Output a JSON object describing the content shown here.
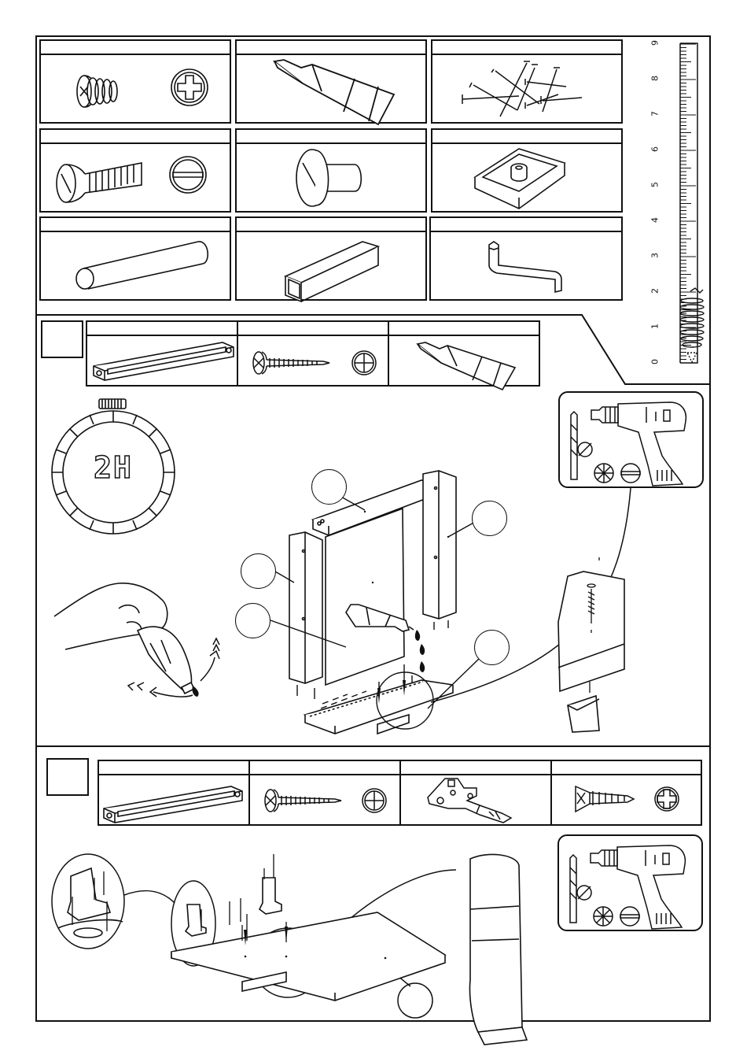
{
  "timer": {
    "label": "2H"
  },
  "ruler": {
    "ticks": [
      "0",
      "1",
      "2",
      "3",
      "4",
      "5",
      "6",
      "7",
      "8",
      "9"
    ]
  },
  "hardware": [
    {
      "name": "cam-screw"
    },
    {
      "name": "glue-tube"
    },
    {
      "name": "nails"
    },
    {
      "name": "bolt"
    },
    {
      "name": "cam-lock"
    },
    {
      "name": "cap-tray"
    },
    {
      "name": "dowel"
    },
    {
      "name": "square-tube"
    },
    {
      "name": "allen-key"
    }
  ],
  "step1": {
    "parts": [
      "handle-rail",
      "wood-screw",
      "glue-tube"
    ]
  },
  "step2": {
    "parts": [
      "handle-rail",
      "wood-screw",
      "hinge",
      "countersunk-screw"
    ]
  }
}
